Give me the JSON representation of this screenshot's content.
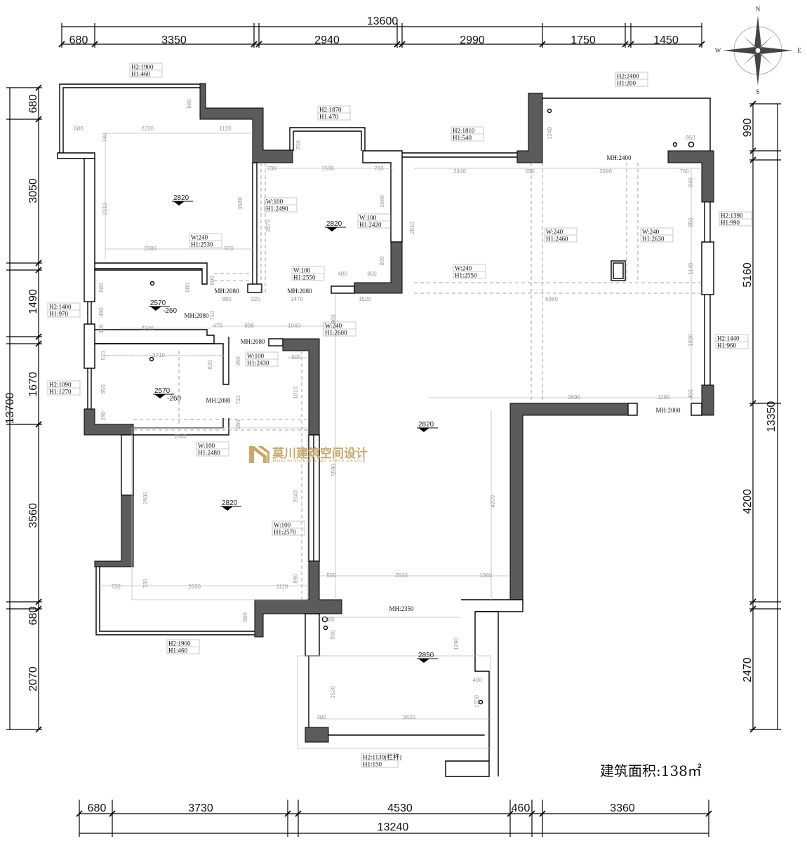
{
  "plan": {
    "dims_top": {
      "total": "13600",
      "segs": [
        "680",
        "3350",
        "2940",
        "2990",
        "1750",
        "1450"
      ]
    },
    "dims_left": {
      "total": "13700",
      "segs": [
        "680",
        "3050",
        "1490",
        "1670",
        "3560",
        "680",
        "2070"
      ]
    },
    "dims_right": {
      "total": "13350",
      "segs": [
        "990",
        "5160",
        "4200",
        "2470"
      ]
    },
    "dims_bottom": {
      "total": "13240",
      "segs": [
        "680",
        "3730",
        "4530",
        "460",
        "3360"
      ]
    },
    "compass": {
      "n": "N",
      "s": "S",
      "e": "E",
      "w": "W"
    },
    "window_tags": [
      [
        "H2:1900",
        "H1:460"
      ],
      [
        "H2:1870",
        "H1:470"
      ],
      [
        "H2:1810",
        "H1:540"
      ],
      [
        "H2:2400",
        "H1:200"
      ],
      [
        "H2:1390",
        "H1:990"
      ],
      [
        "H2:1440",
        "H1:960"
      ],
      [
        "H2:1400",
        "H1:970"
      ],
      [
        "H2:1090",
        "H1:1270"
      ],
      [
        "H2:1900",
        "H1:460"
      ],
      [
        "H2:1130(栏杆)",
        "H1:150"
      ]
    ],
    "wall_tags": [
      [
        "W:240",
        "H1:2530"
      ],
      [
        "W:100",
        "H1:2490"
      ],
      [
        "W:100",
        "H1:2420"
      ],
      [
        "W:100",
        "H1:2550"
      ],
      [
        "W:240",
        "H1:2550"
      ],
      [
        "W:240",
        "H1:2460"
      ],
      [
        "W:240",
        "H1:2630"
      ],
      [
        "W:240",
        "H1:2600"
      ],
      [
        "W:100",
        "H1:2430"
      ],
      [
        "W:100",
        "H1:2480"
      ],
      [
        "W:100",
        "H1:2570"
      ]
    ],
    "door_tags": [
      "MH:2080",
      "MH:2080",
      "MH:2080",
      "MH:2080",
      "MH:2080",
      "MH:2400",
      "MH:2000",
      "MH:2350"
    ],
    "levels": [
      [
        "2820",
        ""
      ],
      [
        "2820",
        ""
      ],
      [
        "2570",
        "-260"
      ],
      [
        "2570",
        "-260"
      ],
      [
        "2820",
        ""
      ],
      [
        "2820",
        ""
      ],
      [
        "2850",
        ""
      ]
    ],
    "dims_h": [
      "680",
      "2230",
      "1120",
      "730",
      "1500",
      "710",
      "2440",
      "550",
      "2690",
      "700",
      "950",
      "2380",
      "970",
      "480",
      "800",
      "880",
      "320",
      "1470",
      "1520",
      "6380",
      "2240",
      "470",
      "898",
      "1040",
      "2710",
      "500",
      "2040",
      "2690",
      "1180",
      "720",
      "2630",
      "1110",
      "500",
      "2540",
      "1060",
      "300",
      "3420",
      "490",
      "500"
    ],
    "dims_v": [
      "680",
      "740",
      "2310",
      "3580",
      "700",
      "2670",
      "1680",
      "890",
      "2810",
      "1240",
      "840",
      "850",
      "1140",
      "1930",
      "400",
      "680",
      "680",
      "800",
      "490",
      "300",
      "710",
      "960",
      "510",
      "820",
      "960",
      "850",
      "290",
      "710",
      "260",
      "1810",
      "5590",
      "4200",
      "2930",
      "2640",
      "730",
      "890",
      "680",
      "900",
      "1290",
      "1520",
      "1200"
    ],
    "area_label": "建筑面积:138㎡",
    "watermark": {
      "cn": "莫川建筑空间设计",
      "en": "MOKCHUEN BUILDING SPACE DESIGN"
    },
    "colors": {
      "wall": "#5b5b5b",
      "watermark": "#c9a86e"
    }
  }
}
